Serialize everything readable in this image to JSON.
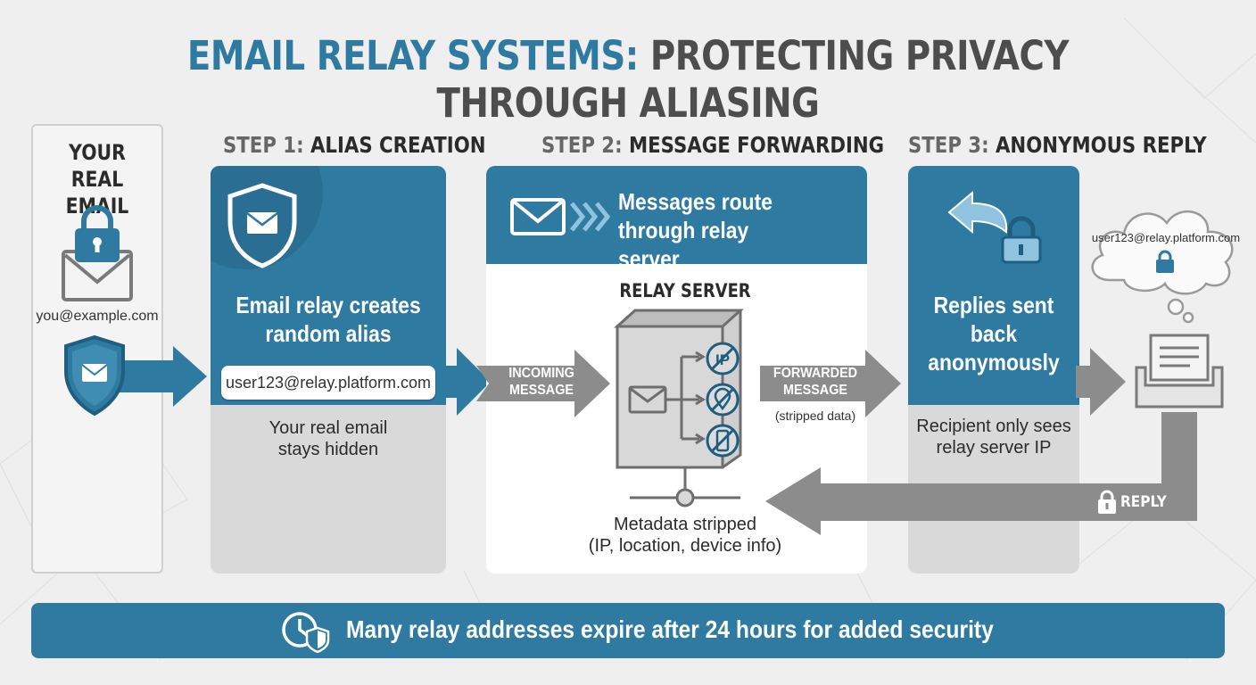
{
  "title": {
    "part1": "EMAIL RELAY SYSTEMS:",
    "part2": "PROTECTING PRIVACY THROUGH ALIASING"
  },
  "real_email": {
    "heading_line1": "YOUR REAL",
    "heading_line2": "EMAIL",
    "address": "you@example.com"
  },
  "step1": {
    "label": "STEP 1:",
    "name": "ALIAS CREATION",
    "headline_line1": "Email relay creates",
    "headline_line2": "random alias",
    "alias": "user123@relay.platform.com",
    "note_line1": "Your real email",
    "note_line2": "stays hidden"
  },
  "step2": {
    "label": "STEP 2:",
    "name": "MESSAGE FORWARDING",
    "banner_line1": "Messages route",
    "banner_line2": "through relay server",
    "server_label": "RELAY SERVER",
    "incoming_line1": "INCOMING",
    "incoming_line2": "MESSAGE",
    "forwarded_line1": "FORWARDED",
    "forwarded_line2": "MESSAGE",
    "stripped_note": "(stripped data)",
    "ip_icon_text": "IP",
    "metadata_line1": "Metadata stripped",
    "metadata_line2": "(IP, location, device info)"
  },
  "step3": {
    "label": "STEP 3:",
    "name": "ANONYMOUS REPLY",
    "headline_line1": "Replies sent",
    "headline_line2": "back",
    "headline_line3": "anonymously",
    "note_line1": "Recipient only sees",
    "note_line2": "relay server IP"
  },
  "recipient": {
    "cloud_email": "user123@relay.platform.com",
    "reply_label": "REPLY"
  },
  "footer": {
    "text": "Many relay addresses expire after 24 hours for added security"
  },
  "colors": {
    "accent_blue": "#2e7aa0",
    "dark_blue": "#1f5e80",
    "arrow_gray": "#8c8c8c",
    "panel_gray": "#d9d9d9"
  },
  "icons": [
    "lock-icon",
    "envelope-icon",
    "shield-envelope-icon",
    "chevrons-icon",
    "server-icon",
    "no-ip-icon",
    "no-location-icon",
    "no-device-icon",
    "reply-arrow-icon",
    "cloud-icon",
    "inbox-tray-icon",
    "clock-shield-icon"
  ]
}
